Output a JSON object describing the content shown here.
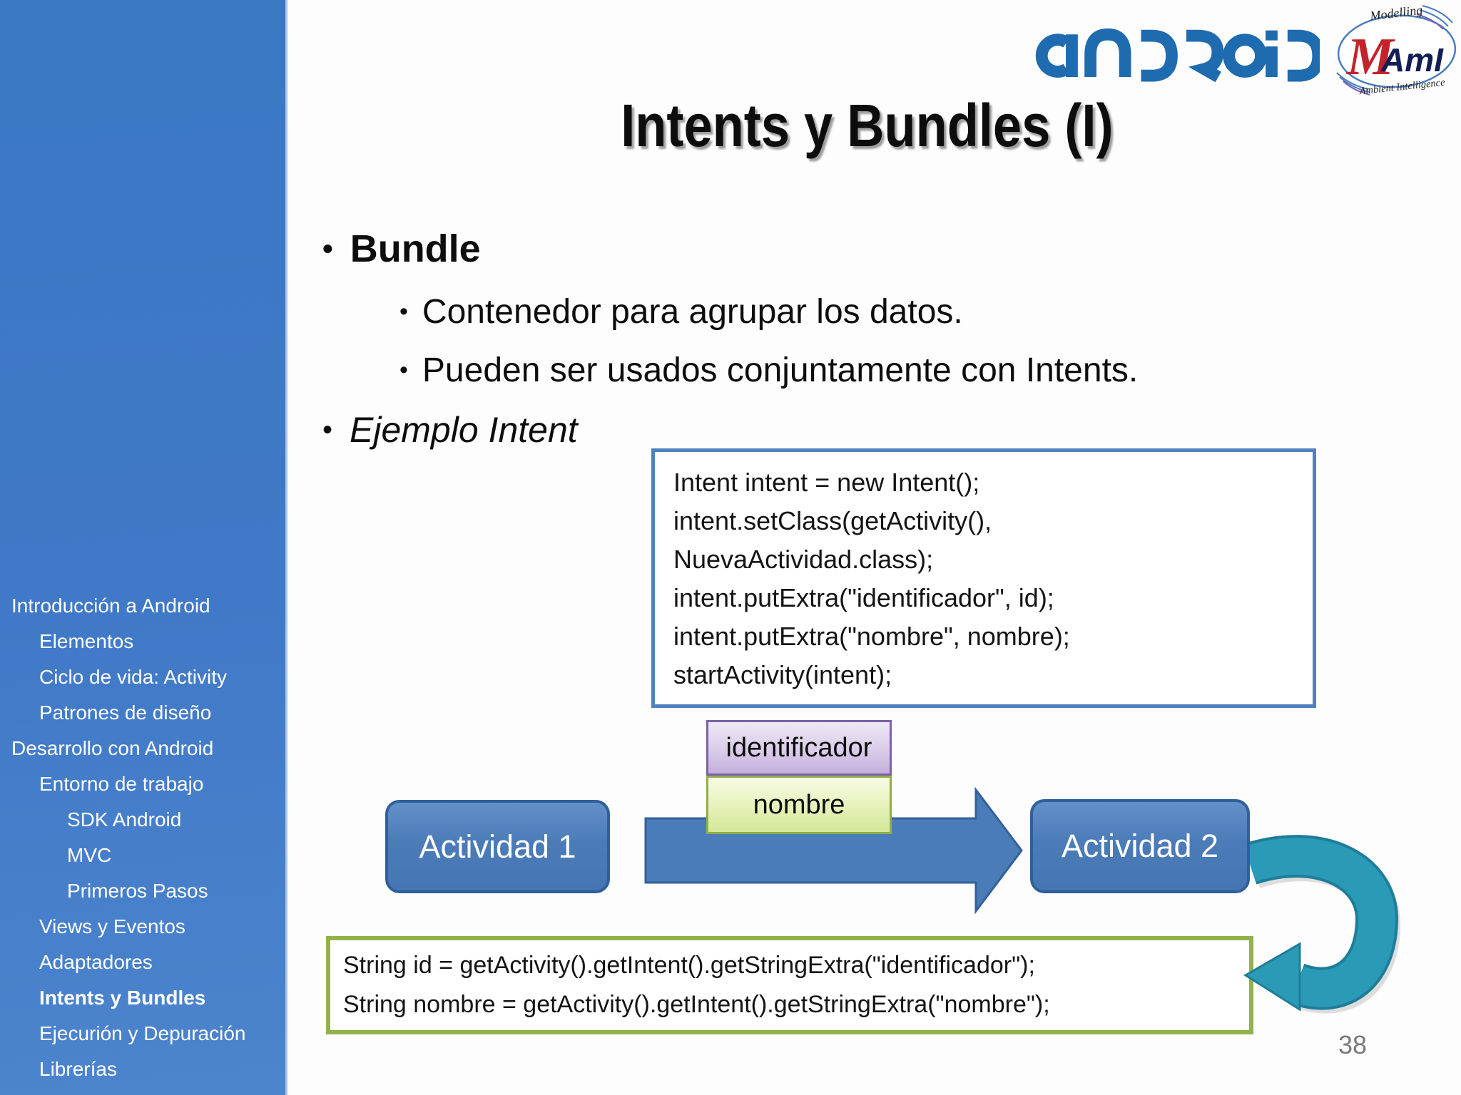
{
  "sidebar": {
    "items": [
      {
        "label": "Introducción a Android",
        "level": 0,
        "bold": false
      },
      {
        "label": "Elementos",
        "level": 1,
        "bold": false
      },
      {
        "label": "Ciclo de vida: Activity",
        "level": 1,
        "bold": false
      },
      {
        "label": "Patrones de diseño",
        "level": 1,
        "bold": false
      },
      {
        "label": "Desarrollo con Android",
        "level": 0,
        "bold": false
      },
      {
        "label": "Entorno de trabajo",
        "level": 1,
        "bold": false
      },
      {
        "label": "SDK Android",
        "level": 2,
        "bold": false
      },
      {
        "label": "MVC",
        "level": 2,
        "bold": false
      },
      {
        "label": "Primeros Pasos",
        "level": 2,
        "bold": false
      },
      {
        "label": "Views y Eventos",
        "level": 1,
        "bold": false
      },
      {
        "label": "Adaptadores",
        "level": 1,
        "bold": false
      },
      {
        "label": "Intents y Bundles",
        "level": 1,
        "bold": true
      },
      {
        "label": "Ejecurión y Depuración",
        "level": 1,
        "bold": false
      },
      {
        "label": "Librerías",
        "level": 1,
        "bold": false
      }
    ]
  },
  "header": {
    "title": "Intents y Bundles (I)",
    "android_logo": "android",
    "maml_logo": {
      "top_text": "Modelling",
      "m": "M",
      "ami": "AmI",
      "bottom_text": "Ambient Intelligence"
    }
  },
  "bullets": {
    "marker": "•",
    "b1": "Bundle",
    "sub1": "Contenedor para agrupar los datos.",
    "sub2": "Pueden ser usados conjuntamente con Intents.",
    "b2": "Ejemplo Intent"
  },
  "code_intent": {
    "lines": [
      "Intent intent = new Intent();",
      "intent.setClass(getActivity(),",
      "NuevaActividad.class);",
      "intent.putExtra(\"identificador\", id);",
      "intent.putExtra(\"nombre\", nombre);",
      "startActivity(intent);"
    ]
  },
  "code_receive": {
    "lines": [
      "String id = getActivity().getIntent().getStringExtra(\"identificador\");",
      "String nombre = getActivity().getIntent().getStringExtra(\"nombre\");"
    ]
  },
  "diagram": {
    "activity1": "Actividad 1",
    "activity2": "Actividad 2",
    "extra_key1": "identificador",
    "extra_key2": "nombre"
  },
  "footer": {
    "page_number": "38"
  },
  "colors": {
    "sidebar_blue": "#3f7cc6",
    "android_logo_blue": "#1e6bb0",
    "activity_box_fill": "#4c7cb8",
    "activity_box_border": "#30609c",
    "code_box_blue_border": "#4f81bd",
    "code_box_green_border": "#93b14c",
    "extra_purple_border": "#7d61a8",
    "extra_green_border": "#90ae49",
    "arrow_blue": "#4a7cb8",
    "arrow_teal": "#2a9ab6",
    "maml_red": "#c4232b",
    "maml_navy": "#121e55",
    "page_number_gray": "#7a7a7a"
  }
}
